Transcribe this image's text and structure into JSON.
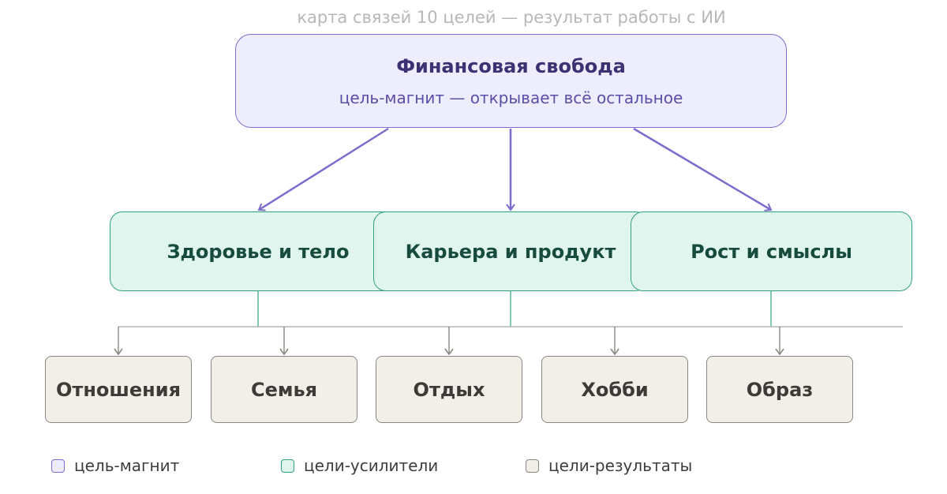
{
  "diagram": {
    "caption": "карта связей 10 целей — результат работы с ИИ",
    "magnet": {
      "title": "Финансовая свобода",
      "subtitle": "цель-магнит — открывает всё остальное"
    },
    "amplifiers": [
      {
        "label": "Здоровье и тело"
      },
      {
        "label": "Карьера и продукт"
      },
      {
        "label": "Рост и смыслы"
      }
    ],
    "results": [
      {
        "label": "Отношения"
      },
      {
        "label": "Семья"
      },
      {
        "label": "Отдых"
      },
      {
        "label": "Хобби"
      },
      {
        "label": "Образ"
      }
    ],
    "legend": [
      {
        "label": "цель-магнит",
        "color": "#eeedfe",
        "border": "#7a6ecd"
      },
      {
        "label": "цели-усилители",
        "color": "#e0f5ee",
        "border": "#33a27a"
      },
      {
        "label": "цели-результаты",
        "color": "#f2efe8",
        "border": "#8a8780"
      }
    ],
    "colors": {
      "magnet_arrow": "#7a6ecd",
      "amplifier_line": "#33a27a",
      "result_line": "#9a9a9a"
    }
  }
}
